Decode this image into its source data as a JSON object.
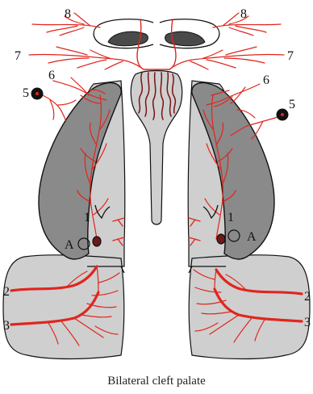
{
  "figure": {
    "caption": "Bilateral cleft palate",
    "labels": {
      "n8_left": "8",
      "n8_right": "8",
      "n7_left": "7",
      "n7_right": "7",
      "n6_left": "6",
      "n6_right": "6",
      "n5_left": "5",
      "n5_right": "5",
      "n1_left": "1",
      "n1_right": "1",
      "a_left": "A",
      "a_right": "A",
      "n2_left": "2",
      "n2_right": "2",
      "n3_left": "3",
      "n3_right": "3"
    },
    "colors": {
      "vessel": "#e0261e",
      "vessel_dark": "#7a1212",
      "tissue": "#cfcfcf",
      "shelf": "#8a8a8a",
      "foramen": "#000000"
    }
  }
}
